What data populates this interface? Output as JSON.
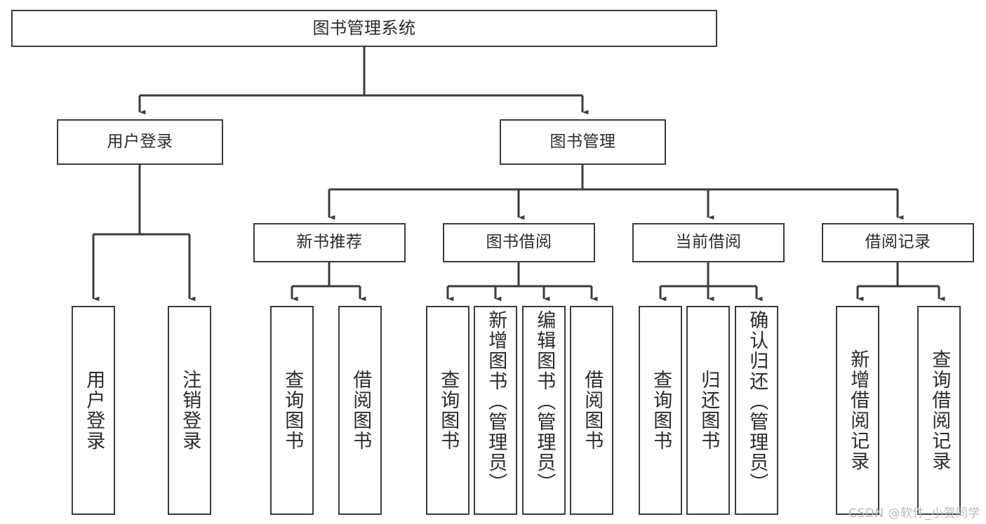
{
  "diagram": {
    "title": "图书管理系统",
    "type": "tree-structure-chart",
    "nodes": {
      "root": {
        "label": "图书管理系统"
      },
      "level2": [
        {
          "id": "user-login",
          "label": "用户登录"
        },
        {
          "id": "book-manage",
          "label": "图书管理"
        }
      ],
      "level3": [
        {
          "id": "new-book-recommend",
          "label": "新书推荐"
        },
        {
          "id": "book-borrow",
          "label": "图书借阅"
        },
        {
          "id": "current-borrow",
          "label": "当前借阅"
        },
        {
          "id": "borrow-record",
          "label": "借阅记录"
        }
      ],
      "leaves": {
        "user_login": [
          {
            "id": "leaf-user-login",
            "label": "用户登录"
          },
          {
            "id": "leaf-logout-login",
            "label": "注销登录"
          }
        ],
        "new_book_recommend": [
          {
            "id": "leaf-query-book-1",
            "label": "查询图书"
          },
          {
            "id": "leaf-borrow-book-1",
            "label": "借阅图书"
          }
        ],
        "book_borrow": [
          {
            "id": "leaf-query-book-2",
            "label": "查询图书"
          },
          {
            "id": "leaf-add-book",
            "label": "新增图书（管理员）"
          },
          {
            "id": "leaf-edit-book",
            "label": "编辑图书（管理员）"
          },
          {
            "id": "leaf-borrow-book-2",
            "label": "借阅图书"
          }
        ],
        "current_borrow": [
          {
            "id": "leaf-query-book-3",
            "label": "查询图书"
          },
          {
            "id": "leaf-return-book",
            "label": "归还图书"
          },
          {
            "id": "leaf-confirm-return",
            "label": "确认归还（管理员）"
          }
        ],
        "borrow_record": [
          {
            "id": "leaf-add-record",
            "label": "新增借阅记录"
          },
          {
            "id": "leaf-query-record",
            "label": "查询借阅记录"
          }
        ]
      }
    },
    "colors": {
      "stroke": "#3b3b3b",
      "text": "#2b2b2b",
      "background": "#ffffff",
      "watermark": "#b9b9b9"
    }
  },
  "watermark": {
    "text": "CSDN @软件_小贺同学"
  }
}
